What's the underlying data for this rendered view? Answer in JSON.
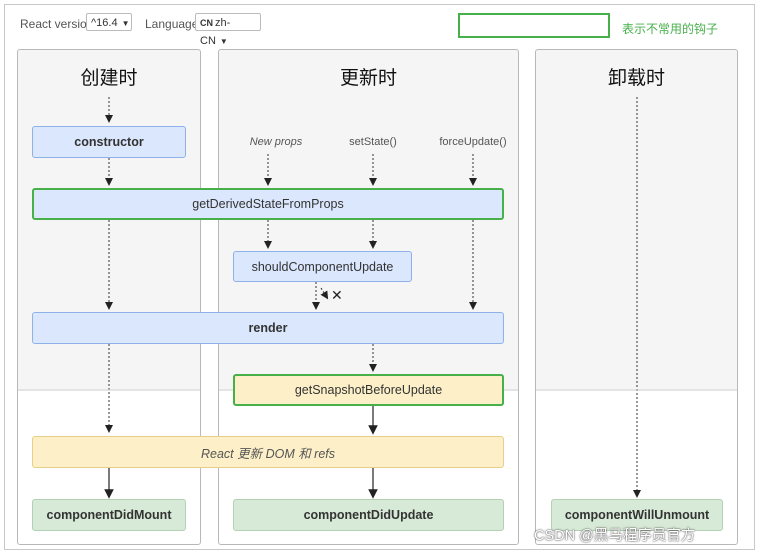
{
  "header": {
    "version_label": "React version",
    "version_value": "^16.4",
    "language_label": "Language",
    "language_flag": "CN",
    "language_value": "zh-CN",
    "legend_text": "表示不常用的钩子"
  },
  "columns": {
    "mount_title": "创建时",
    "update_title": "更新时",
    "unmount_title": "卸载时"
  },
  "triggers": {
    "new_props": "New props",
    "set_state": "setState()",
    "force_update": "forceUpdate()"
  },
  "nodes": {
    "constructor": "constructor",
    "get_derived_state": "getDerivedStateFromProps",
    "should_component_update": "shouldComponentUpdate",
    "render": "render",
    "get_snapshot": "getSnapshotBeforeUpdate",
    "react_update_dom": "React 更新 DOM 和 refs",
    "component_did_mount": "componentDidMount",
    "component_did_update": "componentDidUpdate",
    "component_will_unmount": "componentWillUnmount"
  },
  "cancel_mark": "✕",
  "watermark": "CSDN @黑马程序员官方",
  "colors": {
    "lifecycle_blue": "#dbe7fd",
    "commit_yellow": "#fdf0c8",
    "effect_green": "#d7e9d7",
    "rare_hook_border": "#47b04b"
  }
}
